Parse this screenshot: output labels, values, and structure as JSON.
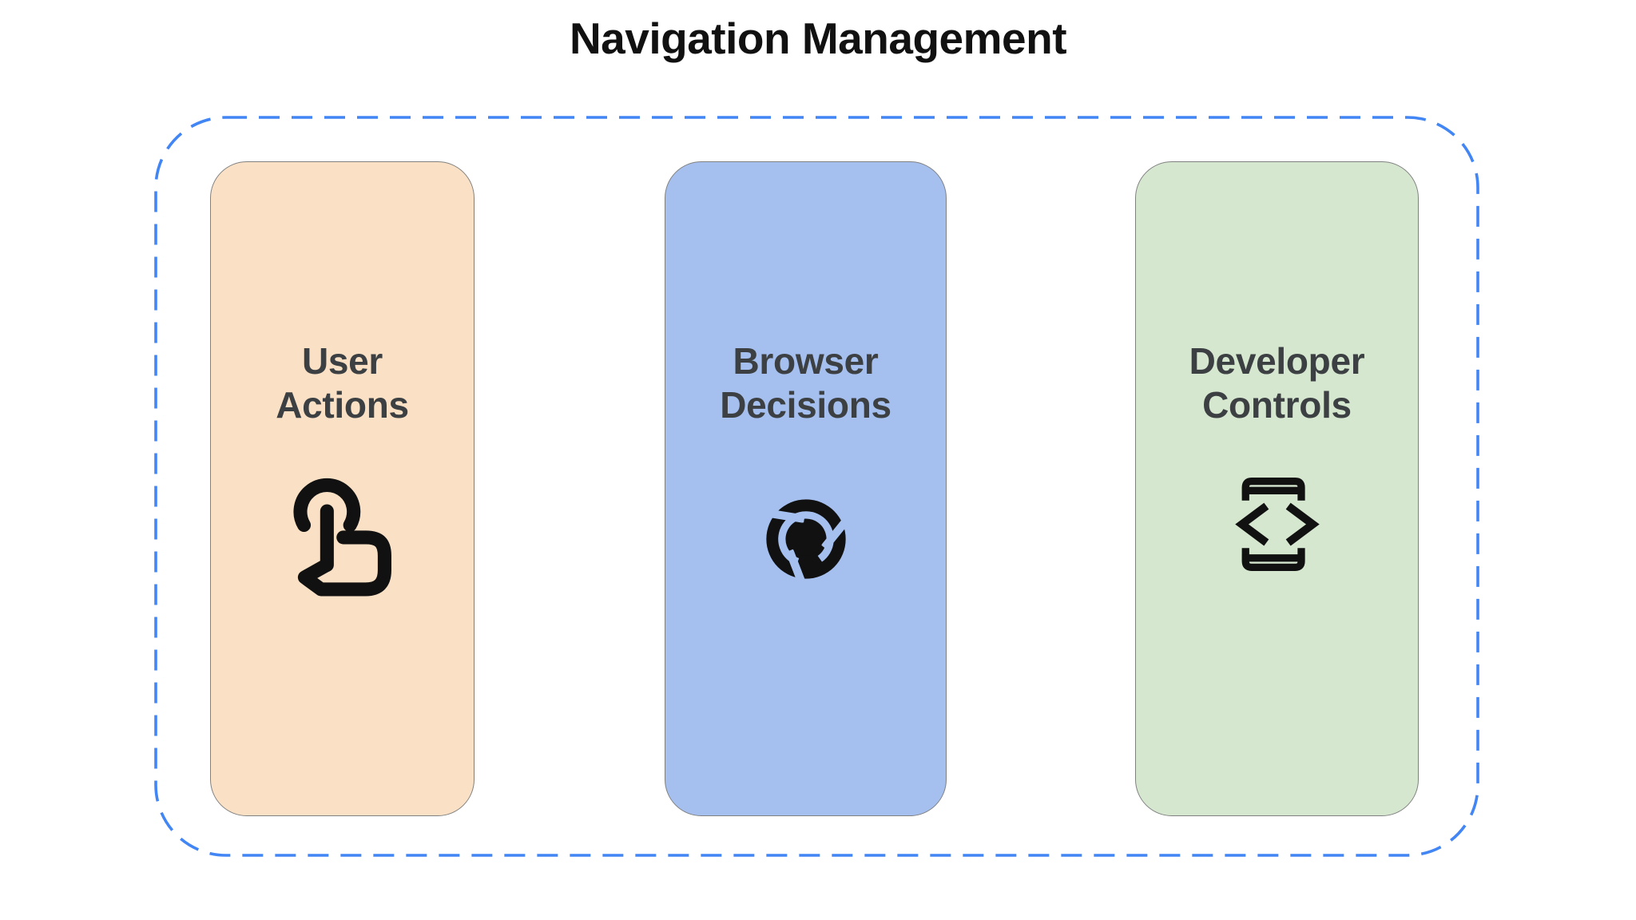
{
  "title": "Navigation Management",
  "frame": {
    "name": "navigation-management-group",
    "border_style": "dashed"
  },
  "cards": [
    {
      "label": "User Actions",
      "icon": "touch-gesture-icon",
      "bg_color": "#FAE1C5"
    },
    {
      "label": "Browser Decisions",
      "icon": "chrome-browser-icon",
      "bg_color": "#A5C0EE"
    },
    {
      "label": "Developer Controls",
      "icon": "developer-mode-icon",
      "bg_color": "#D6E7D0"
    }
  ],
  "colors": {
    "page_background": "#FFFFFF",
    "dashed_border": "#4285F4",
    "card_border": "#808080",
    "title_text": "#111111",
    "label_text": "#3C4043",
    "icon_color": "#111111"
  }
}
